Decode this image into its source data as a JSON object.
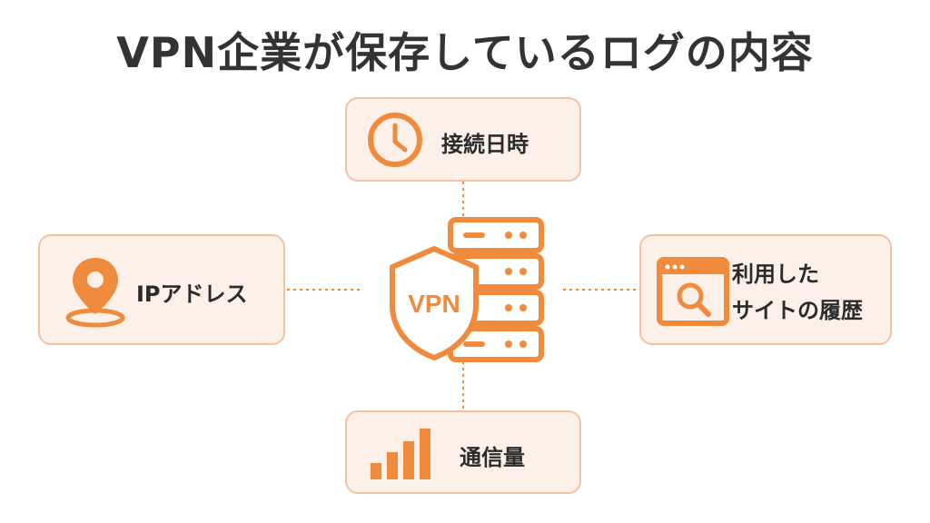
{
  "title": "VPN企業が保存しているログの内容",
  "center": {
    "shield_text": "VPN"
  },
  "items": {
    "top": {
      "label": "接続日時"
    },
    "left": {
      "label": "IPアドレス"
    },
    "right": {
      "label_line1": "利用した",
      "label_line2": "サイトの履歴"
    },
    "bottom": {
      "label": "通信量"
    }
  },
  "colors": {
    "accent": "#f08a3c",
    "card_bg": "#fdf0e8",
    "card_border": "#f3c2a0",
    "title_text": "#333333"
  }
}
